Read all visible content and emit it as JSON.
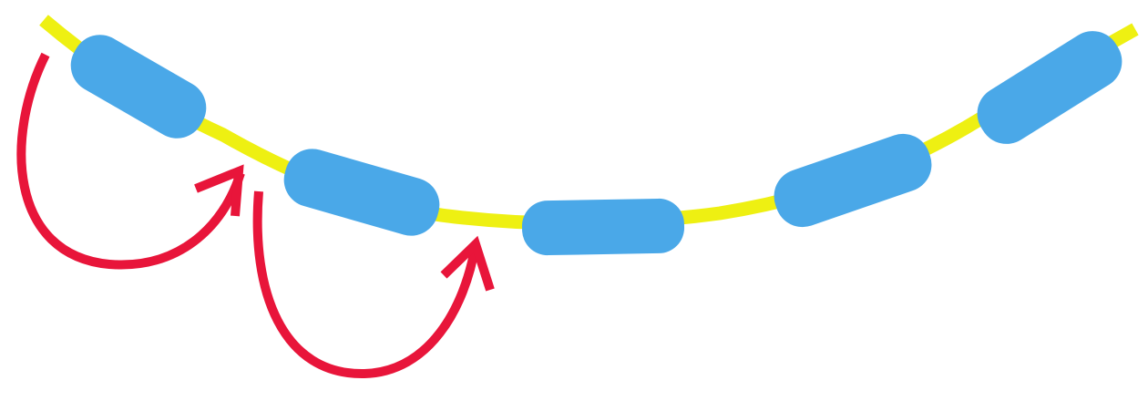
{
  "diagram": {
    "colors": {
      "background": "#ffffff",
      "strand": "#eef012",
      "segment": "#4aa8e8",
      "arrow": "#e8153a"
    },
    "strand": {
      "name": "yellow-curved-strand"
    },
    "segments": [
      {
        "name": "blue-segment-1"
      },
      {
        "name": "blue-segment-2"
      },
      {
        "name": "blue-segment-3"
      },
      {
        "name": "blue-segment-4"
      },
      {
        "name": "blue-segment-5"
      }
    ],
    "arrows": [
      {
        "name": "red-jump-arrow-1",
        "icon": "curved-arrow-icon"
      },
      {
        "name": "red-jump-arrow-2",
        "icon": "curved-arrow-icon"
      }
    ]
  }
}
